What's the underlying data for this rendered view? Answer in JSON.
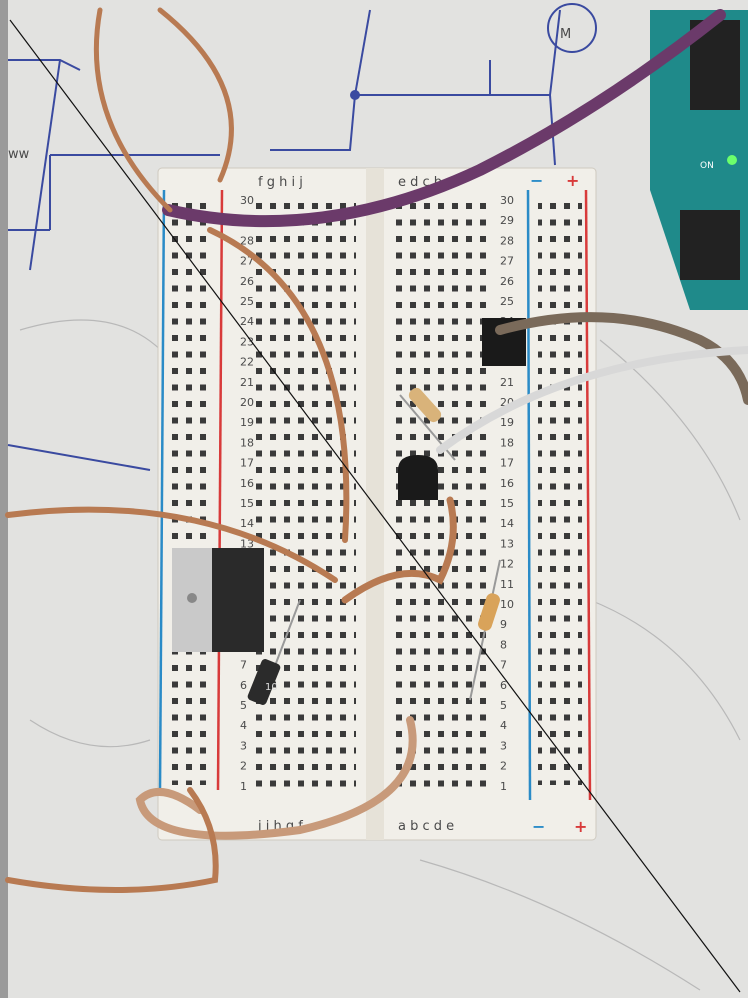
{
  "photo": {
    "schematic_motor_symbol": "M",
    "schematic_label_left": "ww"
  },
  "breadboard": {
    "column_letters_left": [
      "j",
      "i",
      "h",
      "g",
      "f"
    ],
    "column_letters_right": [
      "e",
      "d",
      "c",
      "b",
      "a"
    ],
    "top_letters_left": "f g h i j",
    "top_letters_right": "e d c b a",
    "bottom_letters_left": "j i h g f",
    "bottom_letters_right": "a b c d e",
    "row_numbers": [
      "30",
      "29",
      "28",
      "27",
      "26",
      "25",
      "24",
      "23",
      "22",
      "21",
      "20",
      "19",
      "18",
      "17",
      "16",
      "15",
      "14",
      "13",
      "12",
      "11",
      "10",
      "9",
      "8",
      "7",
      "6",
      "5",
      "4",
      "3",
      "2",
      "1"
    ],
    "rail_plus": "+",
    "rail_minus": "−"
  },
  "components": {
    "diode_marking": "10",
    "arduino_led": "ON"
  },
  "colors": {
    "paper": "#e4e4e2",
    "board": "#f1efe9",
    "rail_red": "#d83a3a",
    "rail_blue": "#2a8bc7",
    "copper": "#b87a52",
    "arduino": "#1f8a8a",
    "purple_wire": "#6b3a6a"
  }
}
